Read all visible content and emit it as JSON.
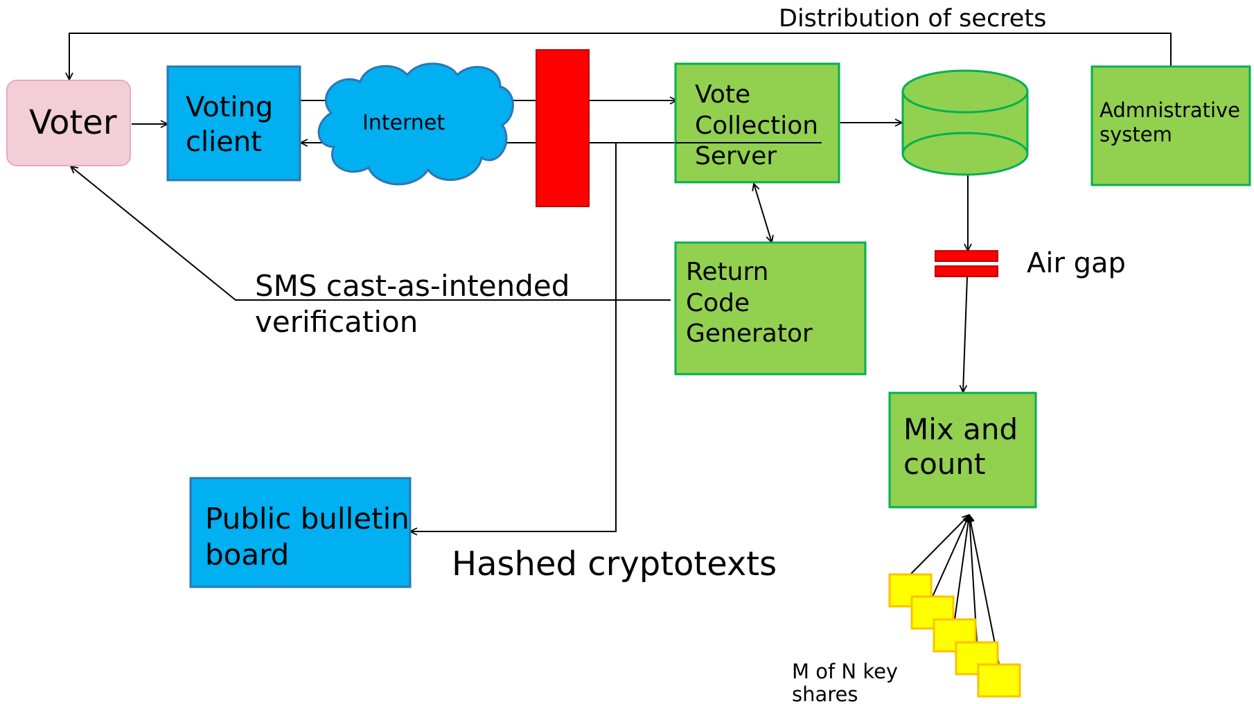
{
  "nodes": {
    "voter": {
      "label": "Voter",
      "color": "#F2CFD6",
      "border": "#E9A6C4"
    },
    "voting_client": {
      "label_lines": [
        "Voting",
        "client"
      ],
      "color": "#00B0F0",
      "border": "#2E75B6"
    },
    "internet": {
      "label": "Internet",
      "color": "#00B0F0",
      "border": "#2E75B6"
    },
    "firewall": {
      "color": "#FF0000",
      "border": "#C00000"
    },
    "vote_collection_server": {
      "label_lines": [
        "Vote",
        "Collection",
        "Server"
      ],
      "color": "#92D050",
      "border": "#00B050"
    },
    "database": {
      "color": "#92D050",
      "border": "#00B050"
    },
    "administrative_system": {
      "label_lines": [
        "Admnistrative",
        "system"
      ],
      "color": "#92D050",
      "border": "#00B050"
    },
    "return_code_generator": {
      "label_lines": [
        "Return",
        "Code",
        "Generator"
      ],
      "color": "#92D050",
      "border": "#00B050"
    },
    "air_gap": {
      "label": "Air gap",
      "color": "#FF0000",
      "border": "#C00000"
    },
    "mix_and_count": {
      "label_lines": [
        "Mix and",
        "count"
      ],
      "color": "#92D050",
      "border": "#00B050"
    },
    "public_bulletin_board": {
      "label_lines": [
        "Public bulletin",
        "board"
      ],
      "color": "#00B0F0",
      "border": "#2E75B6"
    },
    "key_shares": {
      "count": 5,
      "label_lines": [
        "M of N key",
        "shares"
      ],
      "color": "#FFFF00",
      "border": "#FFC000"
    }
  },
  "edges": {
    "distribution_of_secrets": "Distribution of secrets",
    "sms_verification": [
      "SMS cast-as-intended",
      "verification"
    ],
    "hashed_cryptotexts": "Hashed cryptotexts"
  }
}
